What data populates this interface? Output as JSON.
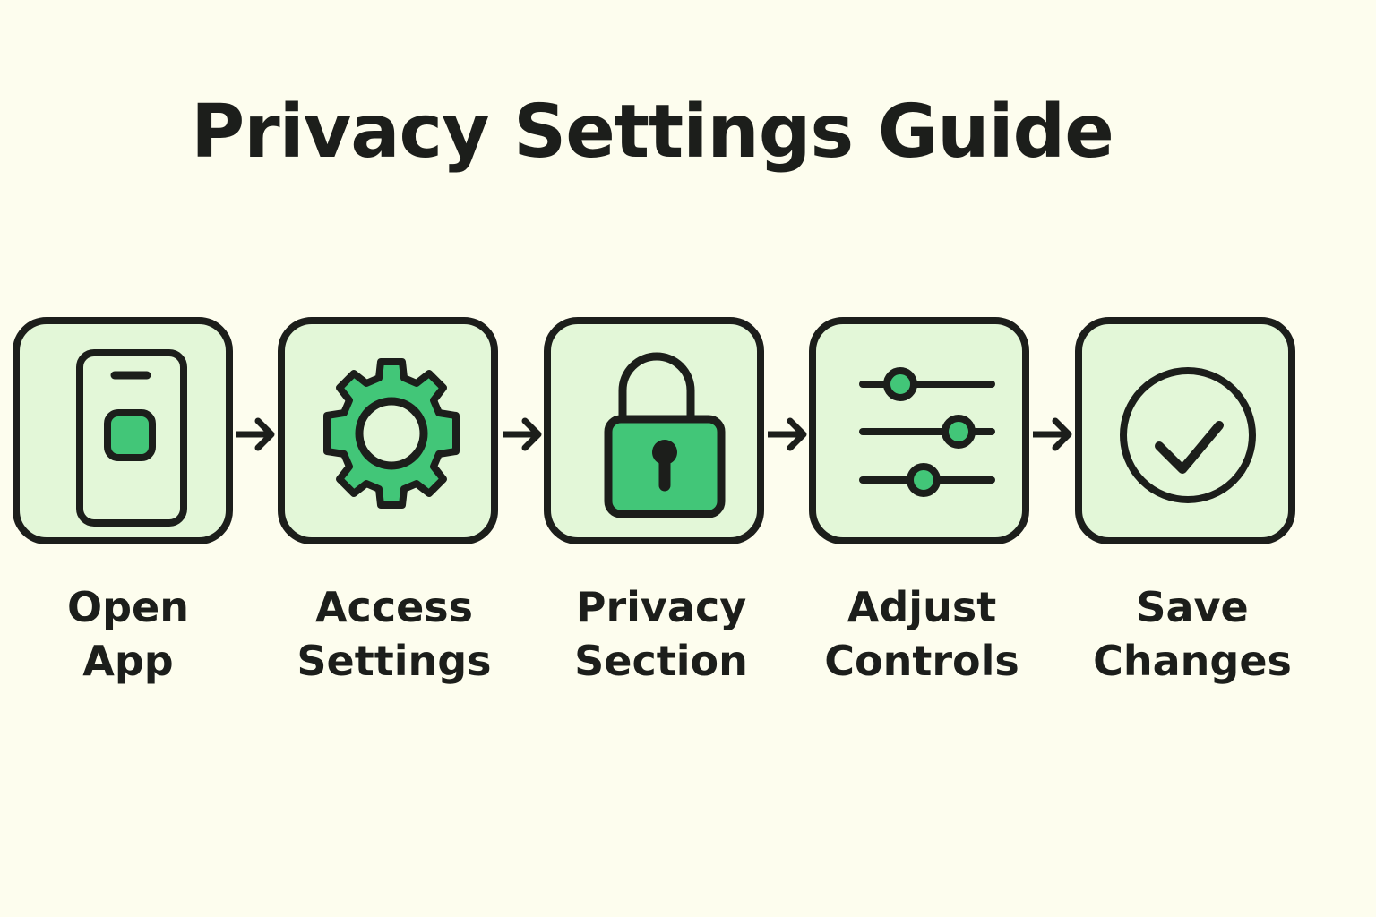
{
  "title": "Privacy Settings Guide",
  "colors": {
    "background": "#fdfdee",
    "box_fill": "#e3f7d8",
    "accent_green": "#42c678",
    "stroke": "#1c1e1b"
  },
  "steps": [
    {
      "icon": "smartphone-icon",
      "line1": "Open",
      "line2": "App"
    },
    {
      "icon": "gear-icon",
      "line1": "Access",
      "line2": "Settings"
    },
    {
      "icon": "padlock-icon",
      "line1": "Privacy",
      "line2": "Section"
    },
    {
      "icon": "sliders-icon",
      "line1": "Adjust",
      "line2": "Controls"
    },
    {
      "icon": "checkmark-circle-icon",
      "line1": "Save",
      "line2": "Changes"
    }
  ]
}
